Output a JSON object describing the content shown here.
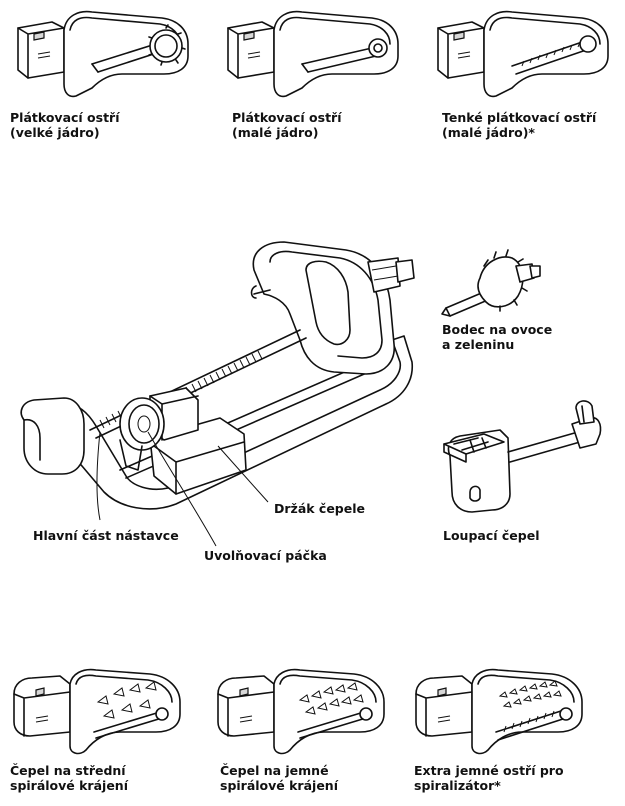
{
  "parts": {
    "slicing_large": {
      "line1": "Plátkovací ostří",
      "line2": "(velké jádro)"
    },
    "slicing_small": {
      "line1": "Plátkovací ostří",
      "line2": "(malé jádro)"
    },
    "thin_slicing": {
      "line1": "Tenké plátkovací ostří",
      "line2": "(malé jádro)*"
    },
    "fruit_skewer": {
      "line1": "Bodec na ovoce",
      "line2": "a zeleninu"
    },
    "main_body": {
      "label": "Hlavní část nástavce"
    },
    "blade_holder": {
      "label": "Držák čepele"
    },
    "release_lever": {
      "label": "Uvolňovací páčka"
    },
    "peeling_blade": {
      "label": "Loupací čepel"
    },
    "medium_spiral": {
      "line1": "Čepel na střední",
      "line2": "spirálové krájení"
    },
    "fine_spiral": {
      "line1": "Čepel na jemné",
      "line2": "spirálové krájení"
    },
    "extra_fine": {
      "line1": "Extra jemné ostří pro",
      "line2": "spiralizátor*"
    }
  }
}
